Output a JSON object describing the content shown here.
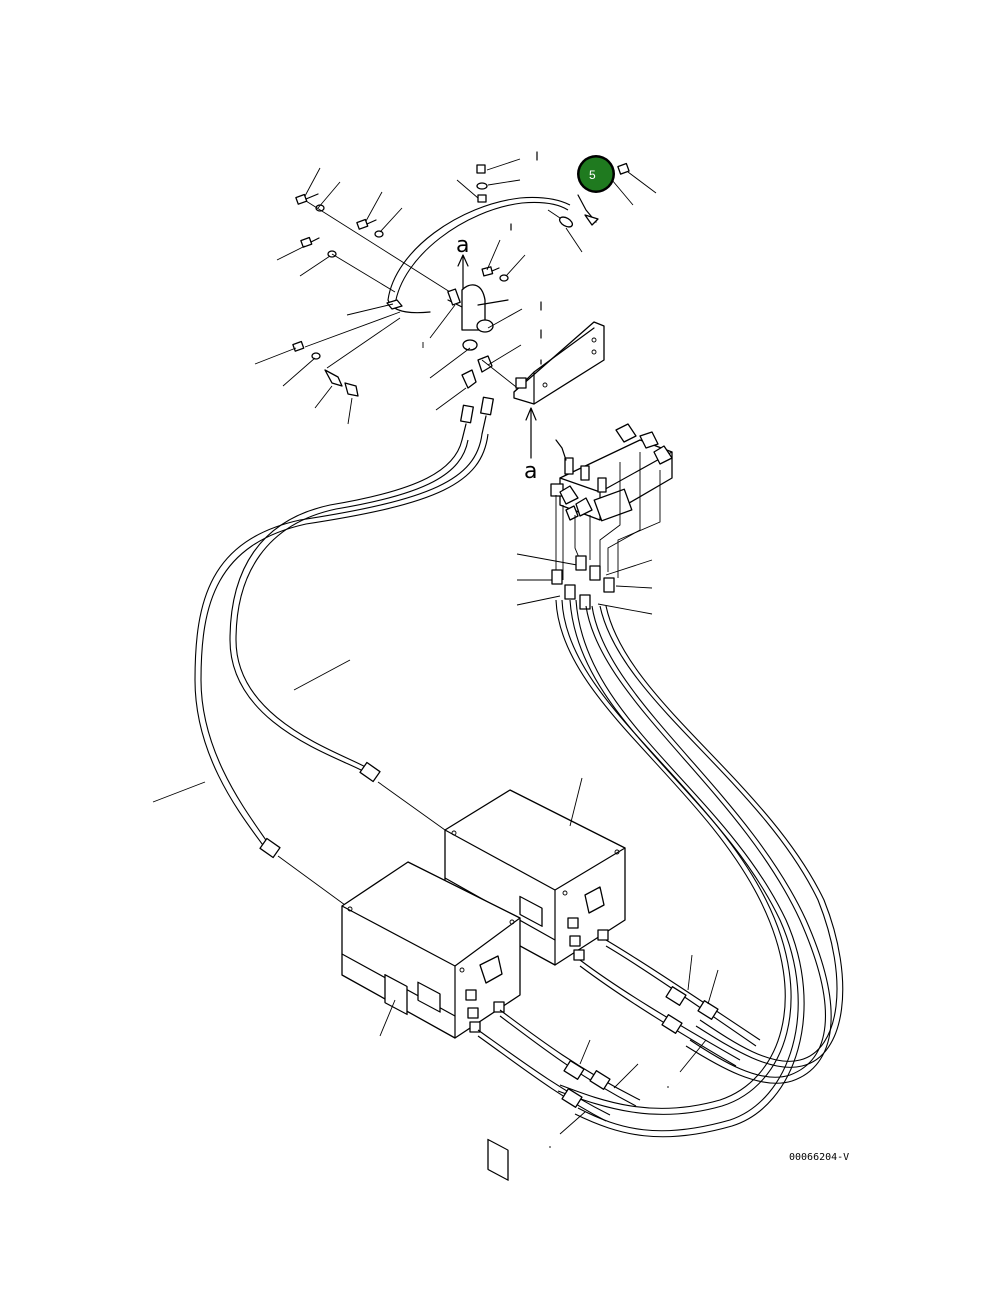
{
  "figure": {
    "reference_letters": [
      "a",
      "a"
    ],
    "drawing_code": "00066204-V",
    "highlight_callout": {
      "number": "5",
      "color": "#1f7a1f",
      "ring_color": "#000000"
    },
    "line_color": "#000000",
    "background": "#ffffff"
  }
}
